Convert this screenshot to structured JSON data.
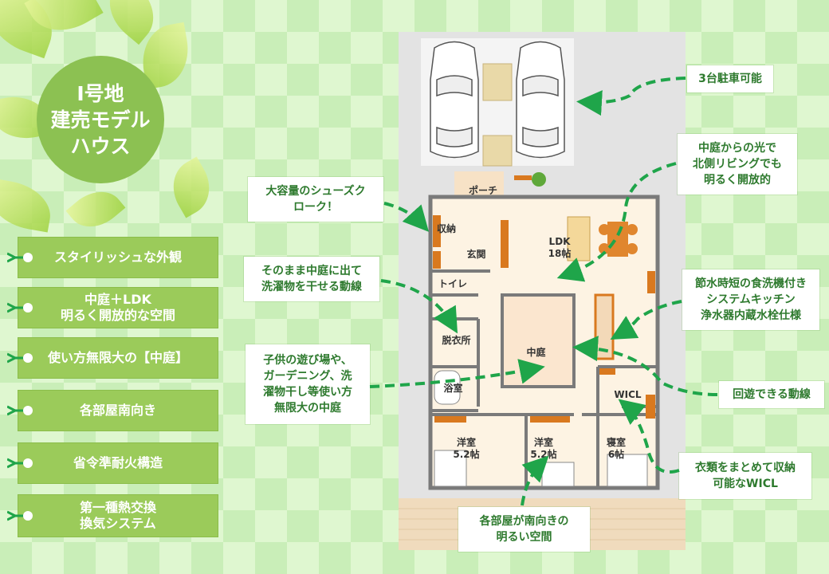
{
  "title": {
    "line1": "Ⅰ号地",
    "line2": "建売モデル",
    "line3": "ハウス"
  },
  "features": [
    "スタイリッシュな外観",
    "中庭＋LDK\n明るく開放的な空間",
    "使い方無限大の【中庭】",
    "各部屋南向き",
    "省令準耐火構造",
    "第一種熱交換\n換気システム"
  ],
  "callouts": {
    "parking": "3台駐車可能",
    "north_living": "中庭からの光で\n北側リビングでも\n明るく開放的",
    "shoes": "大容量のシューズク\nローク！",
    "laundry": "そのまま中庭に出て\n洗濯物を干せる動線",
    "kitchen": "節水時短の食洗機付き\nシステムキッチン\n浄水器内蔵水栓仕様",
    "courtyard": "子供の遊び場や、\nガーデニング、洗\n濯物干し等使い方\n無限大の中庭",
    "circulation": "回遊できる動線",
    "wicl": "衣類をまとめて収納\n可能なWICL",
    "south_rooms": "各部屋が南向きの\n明るい空間"
  },
  "rooms": {
    "porch": "ポーチ",
    "storage": "収納",
    "entrance": "玄関",
    "toilet": "トイレ",
    "ldk": "LDK\n18帖",
    "dressing": "脱衣所",
    "courtyard": "中庭",
    "bath": "浴室",
    "wicl": "WICL",
    "western1": "洋室\n5.2帖",
    "western2": "洋室\n5.2帖",
    "bedroom": "寝室\n6帖"
  },
  "colors": {
    "accent_green": "#8cc152",
    "text_green": "#2e7a2e",
    "arrow_green": "#1fa54a",
    "wall": "#7a7a7a",
    "floor": "#fdf3e3",
    "storage": "#d9791f"
  }
}
